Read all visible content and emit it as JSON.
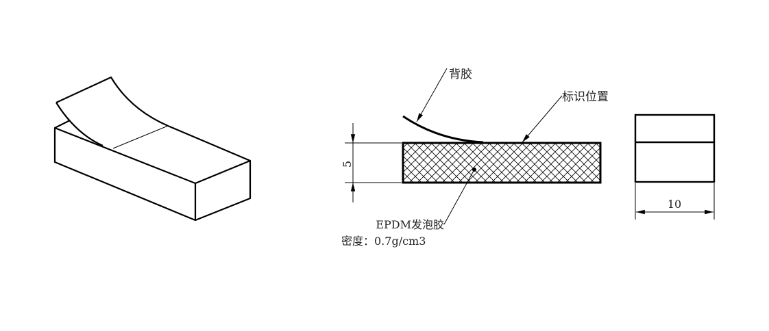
{
  "labels": {
    "backing_adhesive": "背胶",
    "marking_position": "标识位置",
    "material": "EPDM发泡胶",
    "density": "密度：0.7g/cm3"
  },
  "dimensions": {
    "thickness": "5",
    "width": "10"
  },
  "colors": {
    "line": "#000000",
    "background": "#ffffff"
  }
}
